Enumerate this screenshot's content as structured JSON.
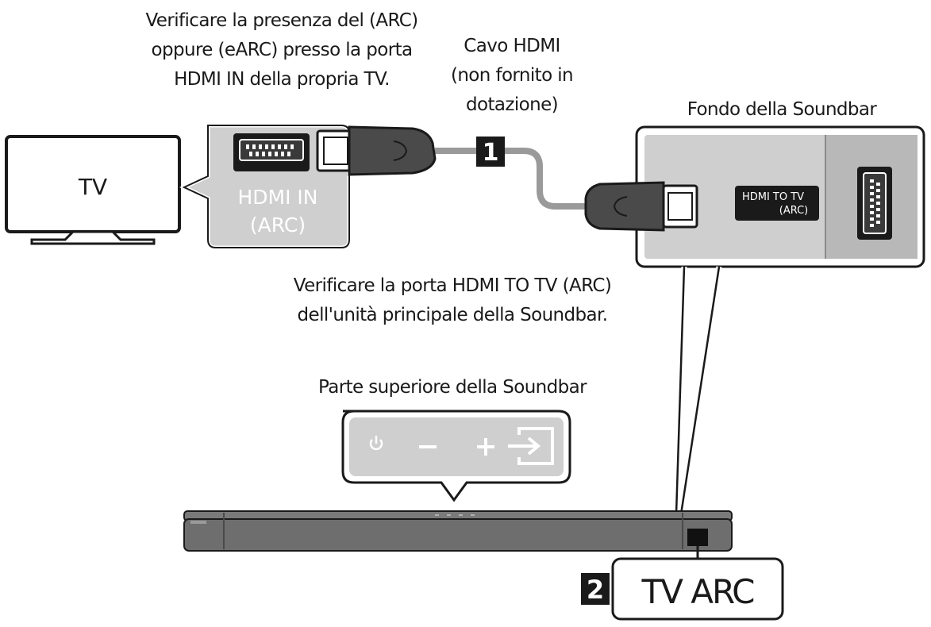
{
  "labels": {
    "tv_port_note": [
      "Verificare la presenza del (ARC)",
      "oppure (eARC) presso la porta",
      "HDMI IN della propria TV."
    ],
    "cable_note": [
      "Cavo HDMI",
      "(non fornito in",
      "dotazione)"
    ],
    "soundbar_bottom": "Fondo della Soundbar",
    "soundbar_port_note": [
      "Verificare la porta HDMI TO TV (ARC)",
      "dell'unità principale della Soundbar."
    ],
    "soundbar_top": "Parte superiore della Soundbar"
  },
  "tv": {
    "screen_label": "TV"
  },
  "tv_port": {
    "name_line1": "HDMI IN",
    "name_line2": "(ARC)"
  },
  "soundbar_port": {
    "name_line1": "HDMI TO TV",
    "name_line2": "(ARC)"
  },
  "steps": {
    "step1": "1",
    "step2": "2"
  },
  "display": {
    "mode_text": "TV ARC"
  },
  "colors": {
    "ink": "#1a1a1a",
    "panel_gray": "#cfcfcf",
    "cable_gray": "#9a9a9a",
    "soundbar_gray": "#6e6e6e"
  }
}
